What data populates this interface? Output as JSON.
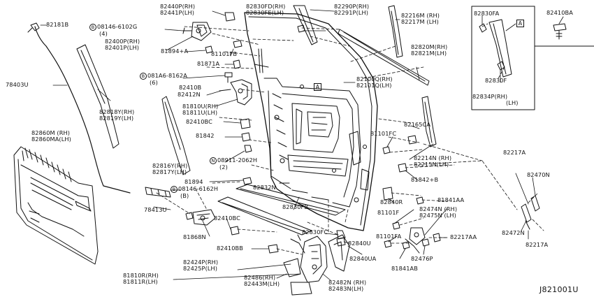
{
  "labels": {
    "p82181B": "82181B",
    "p78403U": "78403U",
    "p82860": [
      "82860M (RH)",
      "82860MA(LH)"
    ],
    "p78413U": "78413U",
    "bolt08146a": [
      "08146-6102G",
      "(4)"
    ],
    "bolt08146a_mark": "B",
    "p82440": [
      "82440P(RH)",
      "82441P(LH)"
    ],
    "p82400": [
      "82400P(RH)",
      "82401P(LH)"
    ],
    "p81894A": "81894+A",
    "p81101FB": "81101FB",
    "p81871A": "81871A",
    "bolt081A6": [
      "081A6-8162A",
      "(6)"
    ],
    "bolt081A6_mark": "B",
    "p82410B": "82410B",
    "p82412N": "82412N",
    "p82818": [
      "82818Y(RH)",
      "82819Y(LH)"
    ],
    "p81810U": [
      "81810U(RH)",
      "81811U(LH)"
    ],
    "p82410BC_top": "82410BC",
    "p81842": "81842",
    "p82816": [
      "82816Y(RH)",
      "82817Y(LH)"
    ],
    "nut08911": [
      "08911-2062H",
      "(2)"
    ],
    "nut08911_mark": "N",
    "p81894": "81894",
    "bolt08146b": [
      "08146-6162H",
      "(B)"
    ],
    "bolt08146b_mark": "B",
    "p82832N": "82832N",
    "p82830FB": "82830FB",
    "p82410BC_bot": "82410BC",
    "p81868N": "81868N",
    "p82830FC": "82830FC",
    "p82410BB": "82410BB",
    "p82424": [
      "82424P(RH)",
      "82425P(LH)"
    ],
    "p81810R": [
      "81810R(RH)",
      "81811R(LH)"
    ],
    "p82486": [
      "82486(RH)",
      "82443M(LH)"
    ],
    "p82482": [
      "82482N (RH)",
      "82483N(LH)"
    ],
    "p82840U": "82840U",
    "p82840UA": "82840UA",
    "p81841AB": "81841AB",
    "p82476P": "82476P",
    "p82830FD": [
      "82830FD(RH)",
      "82830FE(LH)"
    ],
    "p82290": [
      "82290P(RH)",
      "82291P(LH)"
    ],
    "p82216": [
      "82216M (RH)",
      "82217M (LH)"
    ],
    "p82820": [
      "82820M(RH)",
      "82821M(LH)"
    ],
    "p82100": [
      "82100Q(RH)",
      "82101Q(LH)"
    ],
    "boxA_main": "A",
    "p82165CA": "82165CA",
    "p81101FC": "81101FC",
    "p82214": [
      "82214N (RH)",
      "82215N(LH)"
    ],
    "p81842B": "81842+B",
    "p82840R": "82840R",
    "p81841AA": "81841AA",
    "p81101F": "81101F",
    "p82474": [
      "82474N (RH)",
      "82475N (LH)"
    ],
    "p81101FA": "81101FA",
    "p82217AA": "82217AA",
    "p82830FA": "82830FA",
    "boxA_inset": "A",
    "p82830F": "82830F",
    "p82834": [
      "82834P(RH)",
      "(LH)"
    ],
    "p82410BA": "82410BA",
    "p82217A_top": "82217A",
    "p82470N": "82470N",
    "p82472N": "82472N",
    "p82217A_bot": "82217A",
    "diagram_code": "J821001U"
  }
}
